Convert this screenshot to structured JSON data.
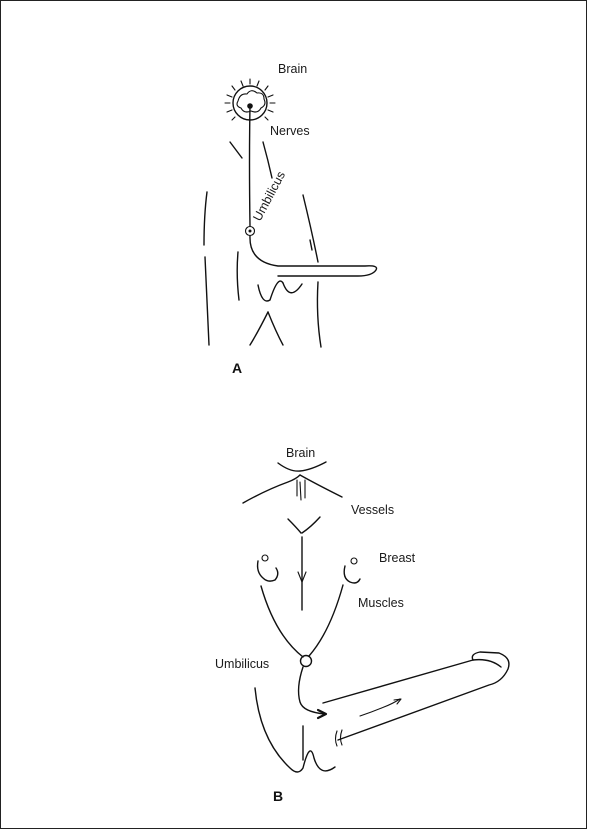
{
  "figure_a": {
    "caption": "A",
    "labels": {
      "brain": "Brain",
      "nerves": "Nerves",
      "umbilicus": "Umbilicus"
    }
  },
  "figure_b": {
    "caption": "B",
    "labels": {
      "brain": "Brain",
      "vessels": "Vessels",
      "breast": "Breast",
      "muscles": "Muscles",
      "umbilicus": "Umbilicus"
    }
  }
}
